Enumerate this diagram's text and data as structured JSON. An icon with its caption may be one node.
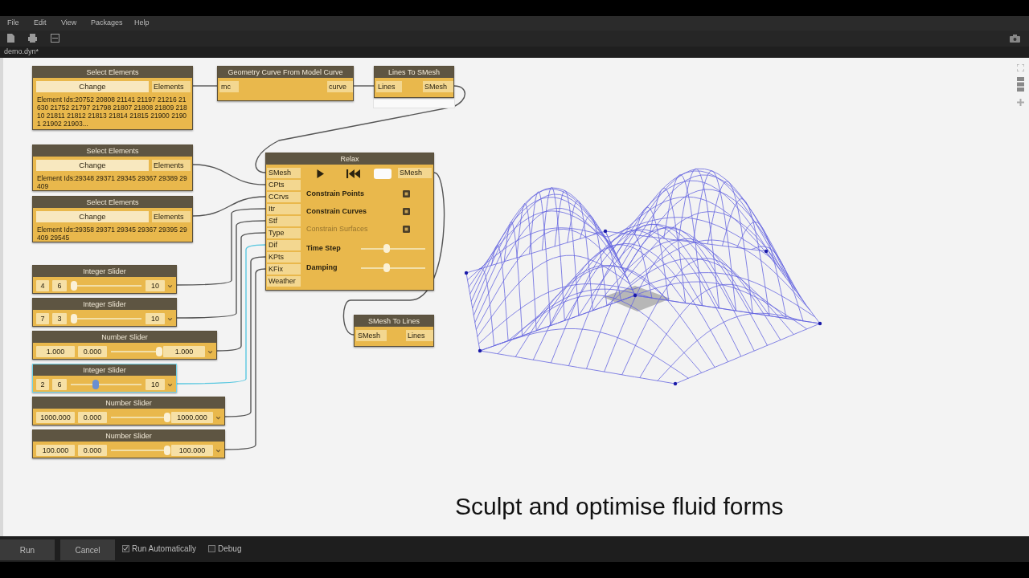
{
  "diagram": {
    "caption": "Sculpt and optimise fluid forms",
    "nodes": [
      {
        "text": [
          "Select Elements",
          "Change",
          "Elements",
          "Element Ids:20752 20808 21141 21197 21216 21630 21752 21797 21798 21807 21808 21809 21810 21811 21812 21813 21814 21815 21900 21901 21902 21903..."
        ]
      },
      {
        "text": [
          "Geometry Curve From Model Curve",
          "mc",
          "curve"
        ]
      },
      {
        "text": [
          "Lines To SMesh",
          "Lines",
          "SMesh"
        ]
      },
      {
        "text": [
          "Relax",
          "SMesh",
          "CPts",
          "CCrvs",
          "Itr",
          "Stf",
          "Type",
          "Dif",
          "KPts",
          "KFix",
          "Weather",
          "SMesh",
          "Constrain Points",
          "Constrain Curves",
          "Constrain Surfaces",
          "Time Step",
          "Damping"
        ]
      },
      {
        "text": [
          "Select Elements",
          "Change",
          "Elements",
          "Element Ids:29348 29371 29345 29367 29389 29409"
        ]
      },
      {
        "text": [
          "Select Elements",
          "Change",
          "Elements",
          "Element Ids:29358 29371 29345 29367 29395 29409 29545"
        ]
      },
      {
        "text": [
          "SMesh To Lines",
          "SMesh",
          "Lines"
        ]
      },
      {
        "text": [
          "Integer Slider",
          "4",
          "6",
          "10"
        ]
      },
      {
        "text": [
          "Integer Slider",
          "7",
          "3",
          "10"
        ]
      },
      {
        "text": [
          "Number Slider",
          "1.000",
          "0.000",
          "1.000"
        ]
      },
      {
        "text": [
          "Integer Slider",
          "2",
          "6",
          "10"
        ]
      },
      {
        "text": [
          "Number Slider",
          "1000.000",
          "0.000",
          "1000.000"
        ]
      },
      {
        "text": [
          "Number Slider",
          "100.000",
          "0.000",
          "100.000"
        ]
      }
    ],
    "edges": [
      {
        "from": 0,
        "to": 1,
        "arrow": "none"
      },
      {
        "from": 1,
        "to": 2,
        "arrow": "none"
      },
      {
        "from": 2,
        "to": 3,
        "arrow": "none"
      },
      {
        "from": 4,
        "to": 3,
        "arrow": "none"
      },
      {
        "from": 5,
        "to": 3,
        "arrow": "none"
      },
      {
        "from": 7,
        "to": 3,
        "arrow": "none"
      },
      {
        "from": 8,
        "to": 3,
        "arrow": "none"
      },
      {
        "from": 9,
        "to": 3,
        "arrow": "none"
      },
      {
        "from": 10,
        "to": 3,
        "arrow": "none",
        "color": "#5bc8e0"
      },
      {
        "from": 11,
        "to": 3,
        "arrow": "none"
      },
      {
        "from": 12,
        "to": 3,
        "arrow": "none"
      },
      {
        "from": 3,
        "to": 6,
        "arrow": "none"
      }
    ],
    "labels": [
      "File",
      "Edit",
      "View",
      "Packages",
      "Help",
      "demo.dyn*",
      "Run",
      "Cancel",
      "Run Automatically",
      "Debug"
    ]
  }
}
